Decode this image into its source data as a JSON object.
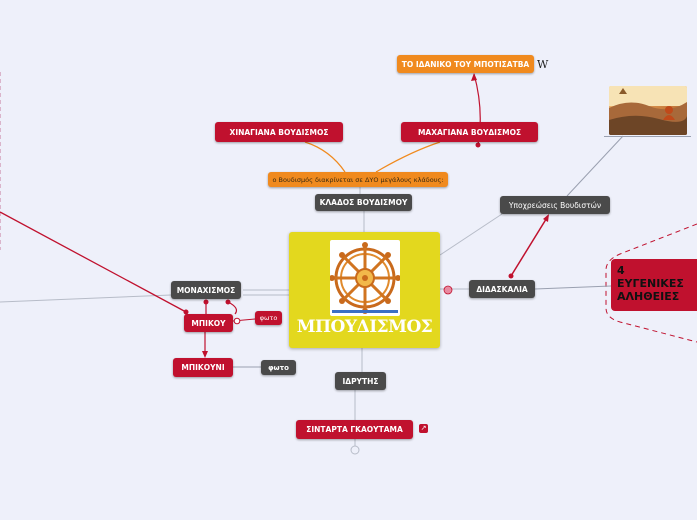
{
  "center": {
    "title": "ΜΠΟΥΔΙΣΜΟΣ",
    "logo_icon": "dharma-wheel-icon"
  },
  "nodes": {
    "klados": "ΚΛΑΔΟΣ ΒΟΥΔΙΣΜΟΥ",
    "klados_subtitle": "ο Βουδισμός διακρίνεται σε ΔΥΟ μεγάλους κλάδους:",
    "xinagiana": "ΧΙΝΑΓΙΑΝΑ ΒΟΥΔΙΣΜΟΣ",
    "maxagiana": "ΜΑΧΑΓΙΑΝΑ  ΒΟΥΔΙΣΜΟΣ",
    "ideal": "ΤΟ ΙΔΑΝΙΚΟ ΤΟΥ ΜΠΟΤΙΣΑΤΒΑ",
    "ypoxreoseis": "Υποχρεώσεις Βουδιστών",
    "didaskalia": "ΔΙΔΑΣΚΑΛΙΑ",
    "eygenikes": [
      "4",
      "ΕΥΓΕΝΙΚΕΣ",
      "ΑΛΗΘΕΙΕΣ"
    ],
    "monaxismos": "ΜΟΝΑΧΙΣΜΟΣ",
    "mpikoy": "ΜΠΙΚΟΥ",
    "foto1": "φωτο",
    "mpikoyni": "ΜΠΙΚΟΥΝΙ",
    "foto2": "φωτο",
    "idrytis": "ΙΔΡΥΤΗΣ",
    "sintarta": "ΣΙΝΤΑΡΤΑ ΓΚΑΟΥΤΑΜΑ"
  },
  "icons": {
    "wiki": "W",
    "external_link": "external-link-icon",
    "photo": "meditation-photo"
  },
  "colors": {
    "background": "#eef0fa",
    "dark_node": "#4a4a4a",
    "red_node": "#c0112e",
    "orange_node": "#f08a1e",
    "center_node": "#e3d81e"
  }
}
